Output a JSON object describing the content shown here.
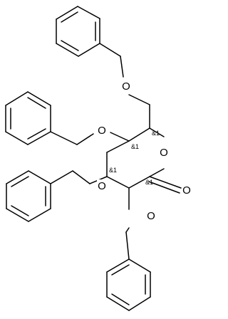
{
  "diagram": {
    "type": "chemical-structure",
    "atoms": {
      "ring_oxygen": "O",
      "carbonyl_oxygen": "O",
      "o6": "O",
      "o4": "O",
      "o3": "O",
      "o2": "O"
    },
    "stereo_labels": {
      "c5": "&1",
      "c4": "&1",
      "c3": "&1",
      "c2": "&1"
    }
  }
}
